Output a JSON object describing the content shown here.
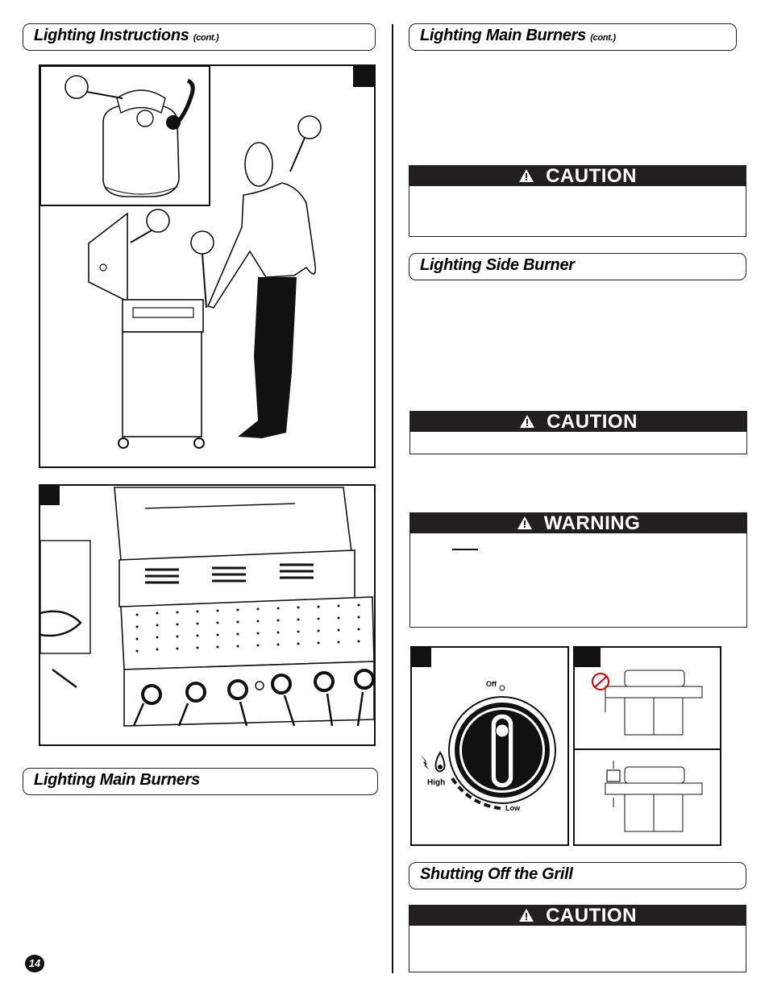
{
  "page_number": "14",
  "left": {
    "header1": {
      "title": "Lighting Instructions",
      "suffix": "(cont.)"
    },
    "header2": {
      "title": "Lighting Main Burners"
    }
  },
  "right": {
    "header1": {
      "title": "Lighting Main Burners",
      "suffix": "(cont.)"
    },
    "caution1": {
      "label": "CAUTION"
    },
    "header_side": {
      "title": "Lighting Side Burner"
    },
    "caution2": {
      "label": "CAUTION"
    },
    "warning": {
      "label": "WARNING"
    },
    "knob": {
      "off": "Off",
      "high": "High",
      "low": "Low"
    },
    "header_shut": {
      "title": "Shutting Off the Grill"
    },
    "caution3": {
      "label": "CAUTION"
    }
  }
}
